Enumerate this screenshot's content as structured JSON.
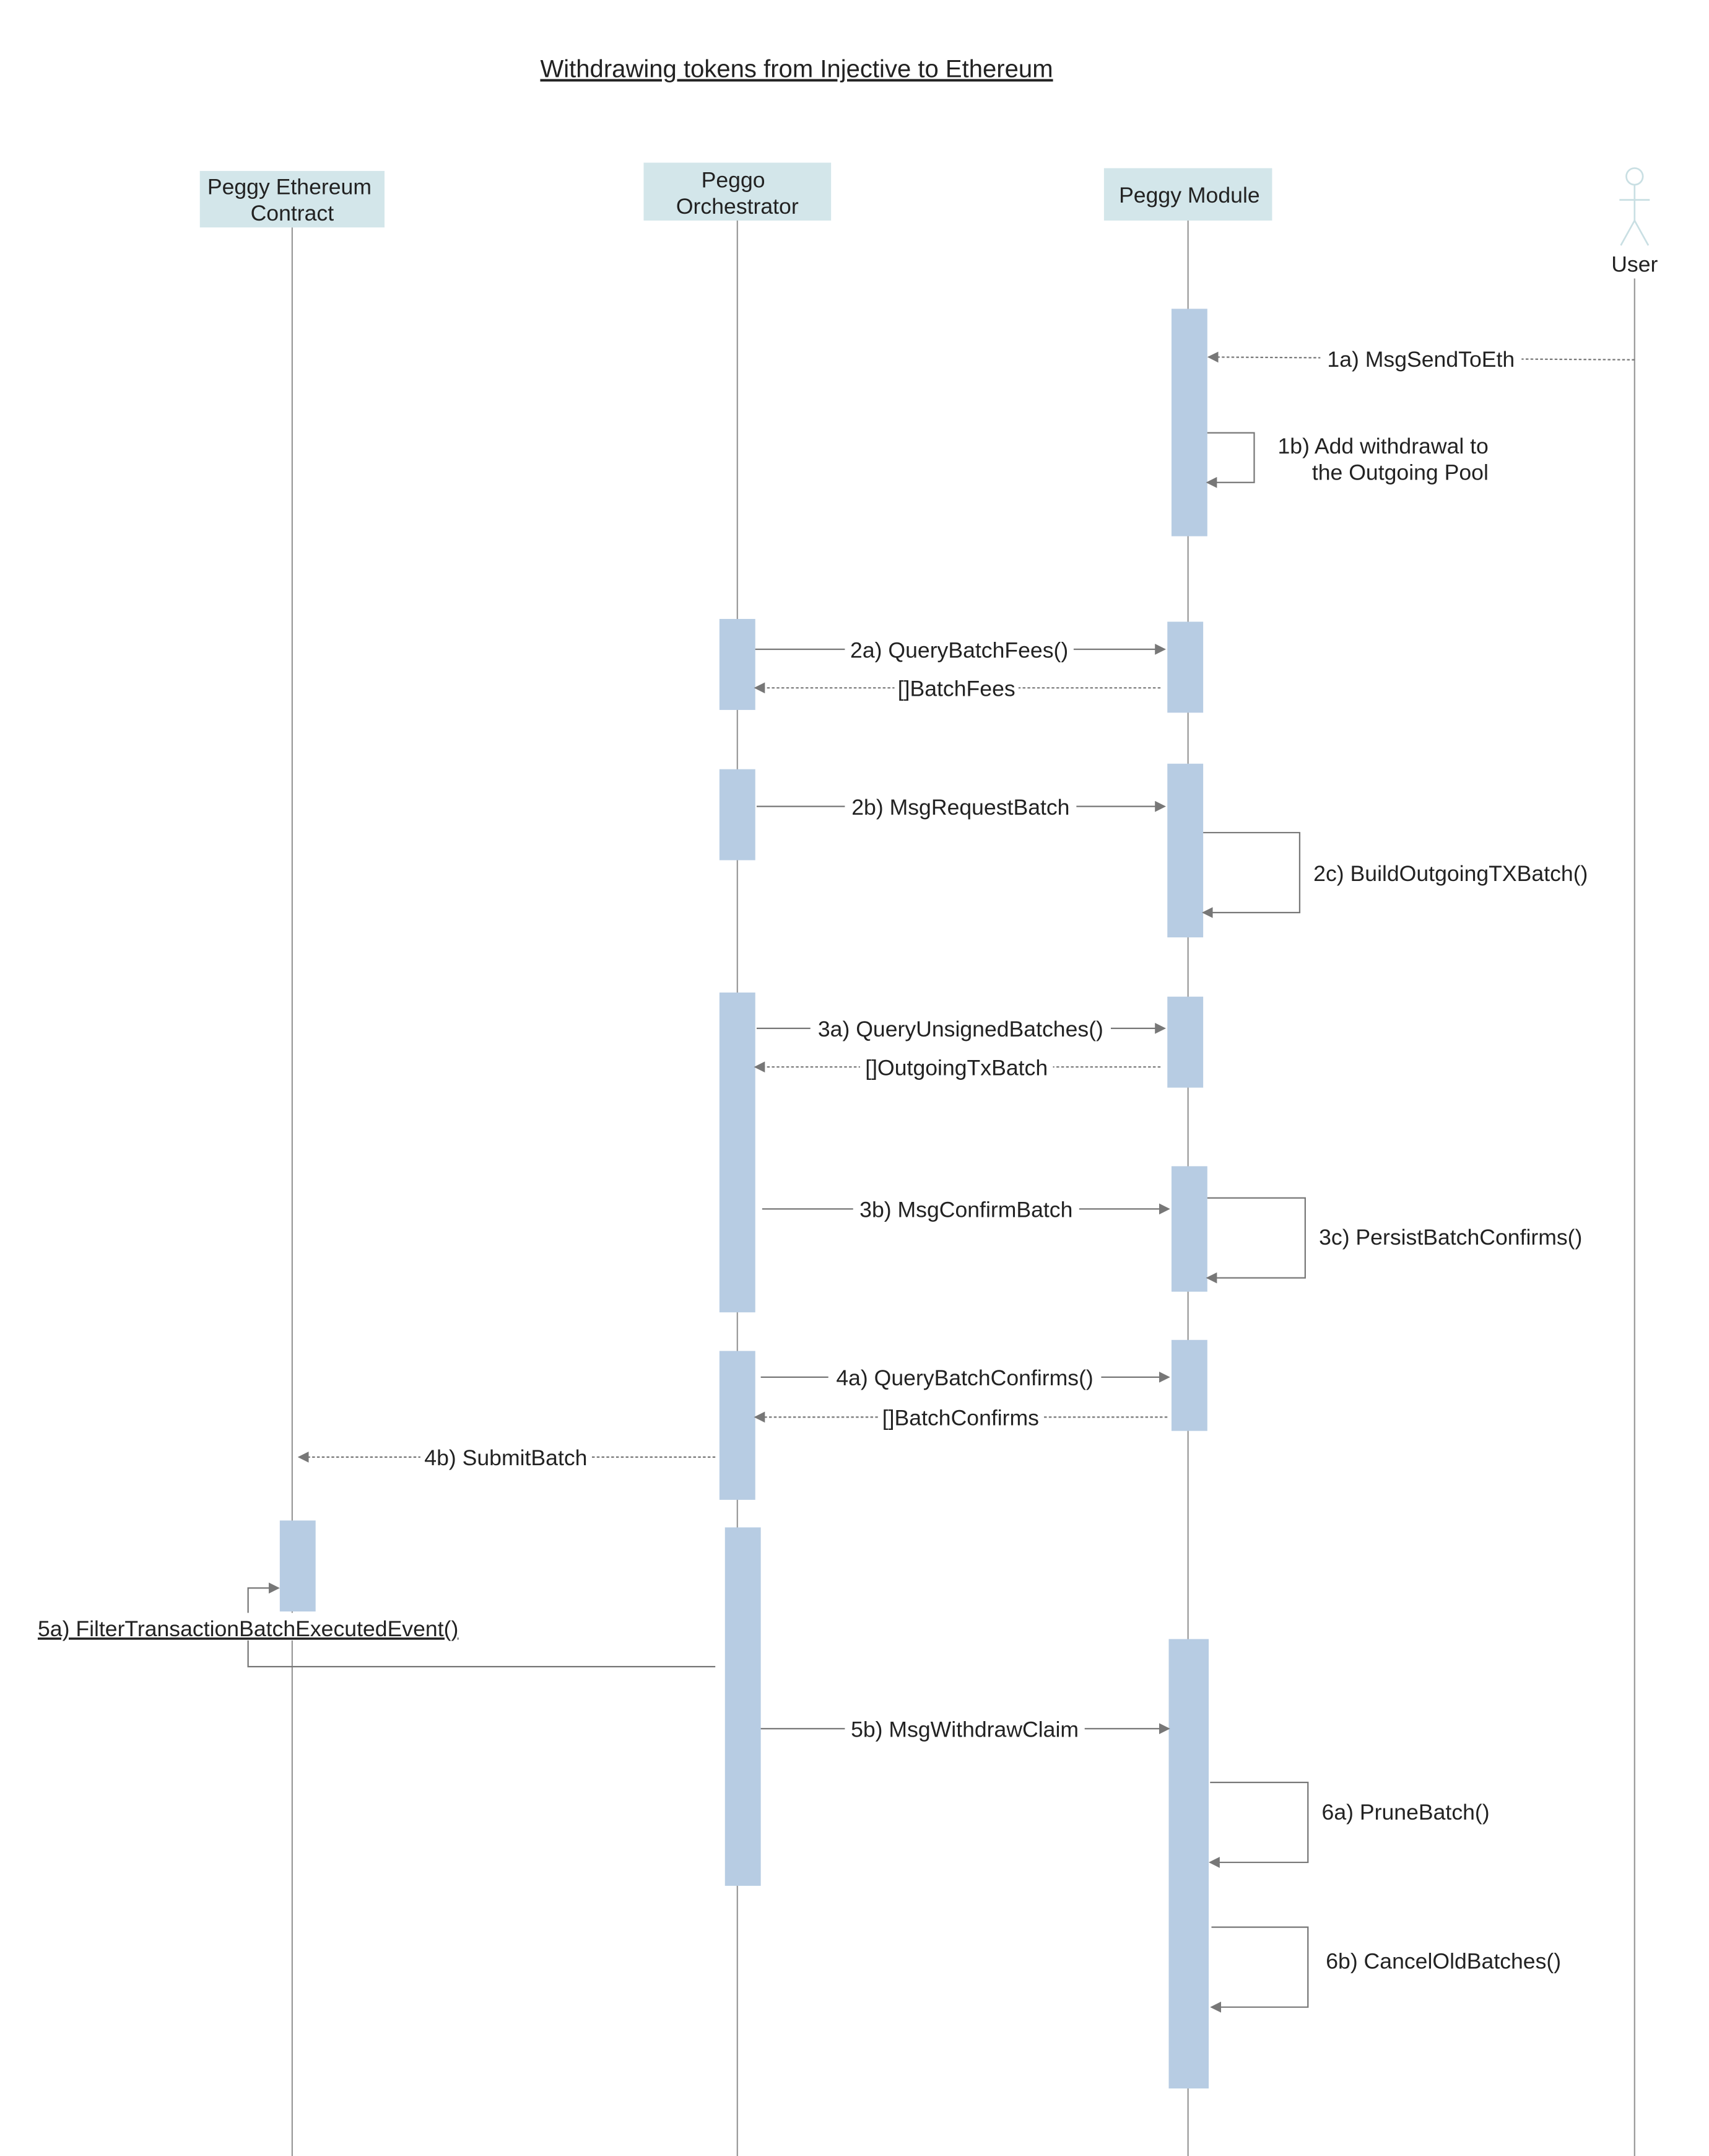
{
  "title": "Withdrawing tokens from Injective to Ethereum",
  "participants": {
    "eth_contract": [
      "Peggy Ethereum",
      "Contract"
    ],
    "orchestrator": [
      "Peggo",
      "Orchestrator"
    ],
    "module": "Peggy Module",
    "user": "User"
  },
  "colors": {
    "header": "#d3e6ea",
    "activation": "#b7cce3",
    "line": "#777777"
  },
  "messages": {
    "m1a": "1a) MsgSendToEth",
    "m1b": [
      "1b) Add withdrawal to",
      "the Outgoing Pool"
    ],
    "m2a": "2a) QueryBatchFees()",
    "r2a": "[]BatchFees",
    "m2b": "2b) MsgRequestBatch",
    "m2c": "2c) BuildOutgoingTXBatch()",
    "m3a": "3a) QueryUnsignedBatches()",
    "r3a": "[]OutgoingTxBatch",
    "m3b": "3b) MsgConfirmBatch",
    "m3c": "3c) PersistBatchConfirms()",
    "m4a": "4a) QueryBatchConfirms()",
    "r4a": "[]BatchConfirms",
    "m4b": "4b) SubmitBatch",
    "m5a": "5a) FilterTransactionBatchExecutedEvent()",
    "m5b": "5b) MsgWithdrawClaim",
    "m6a": "6a) PruneBatch()",
    "m6b": "6b) CancelOldBatches()"
  }
}
